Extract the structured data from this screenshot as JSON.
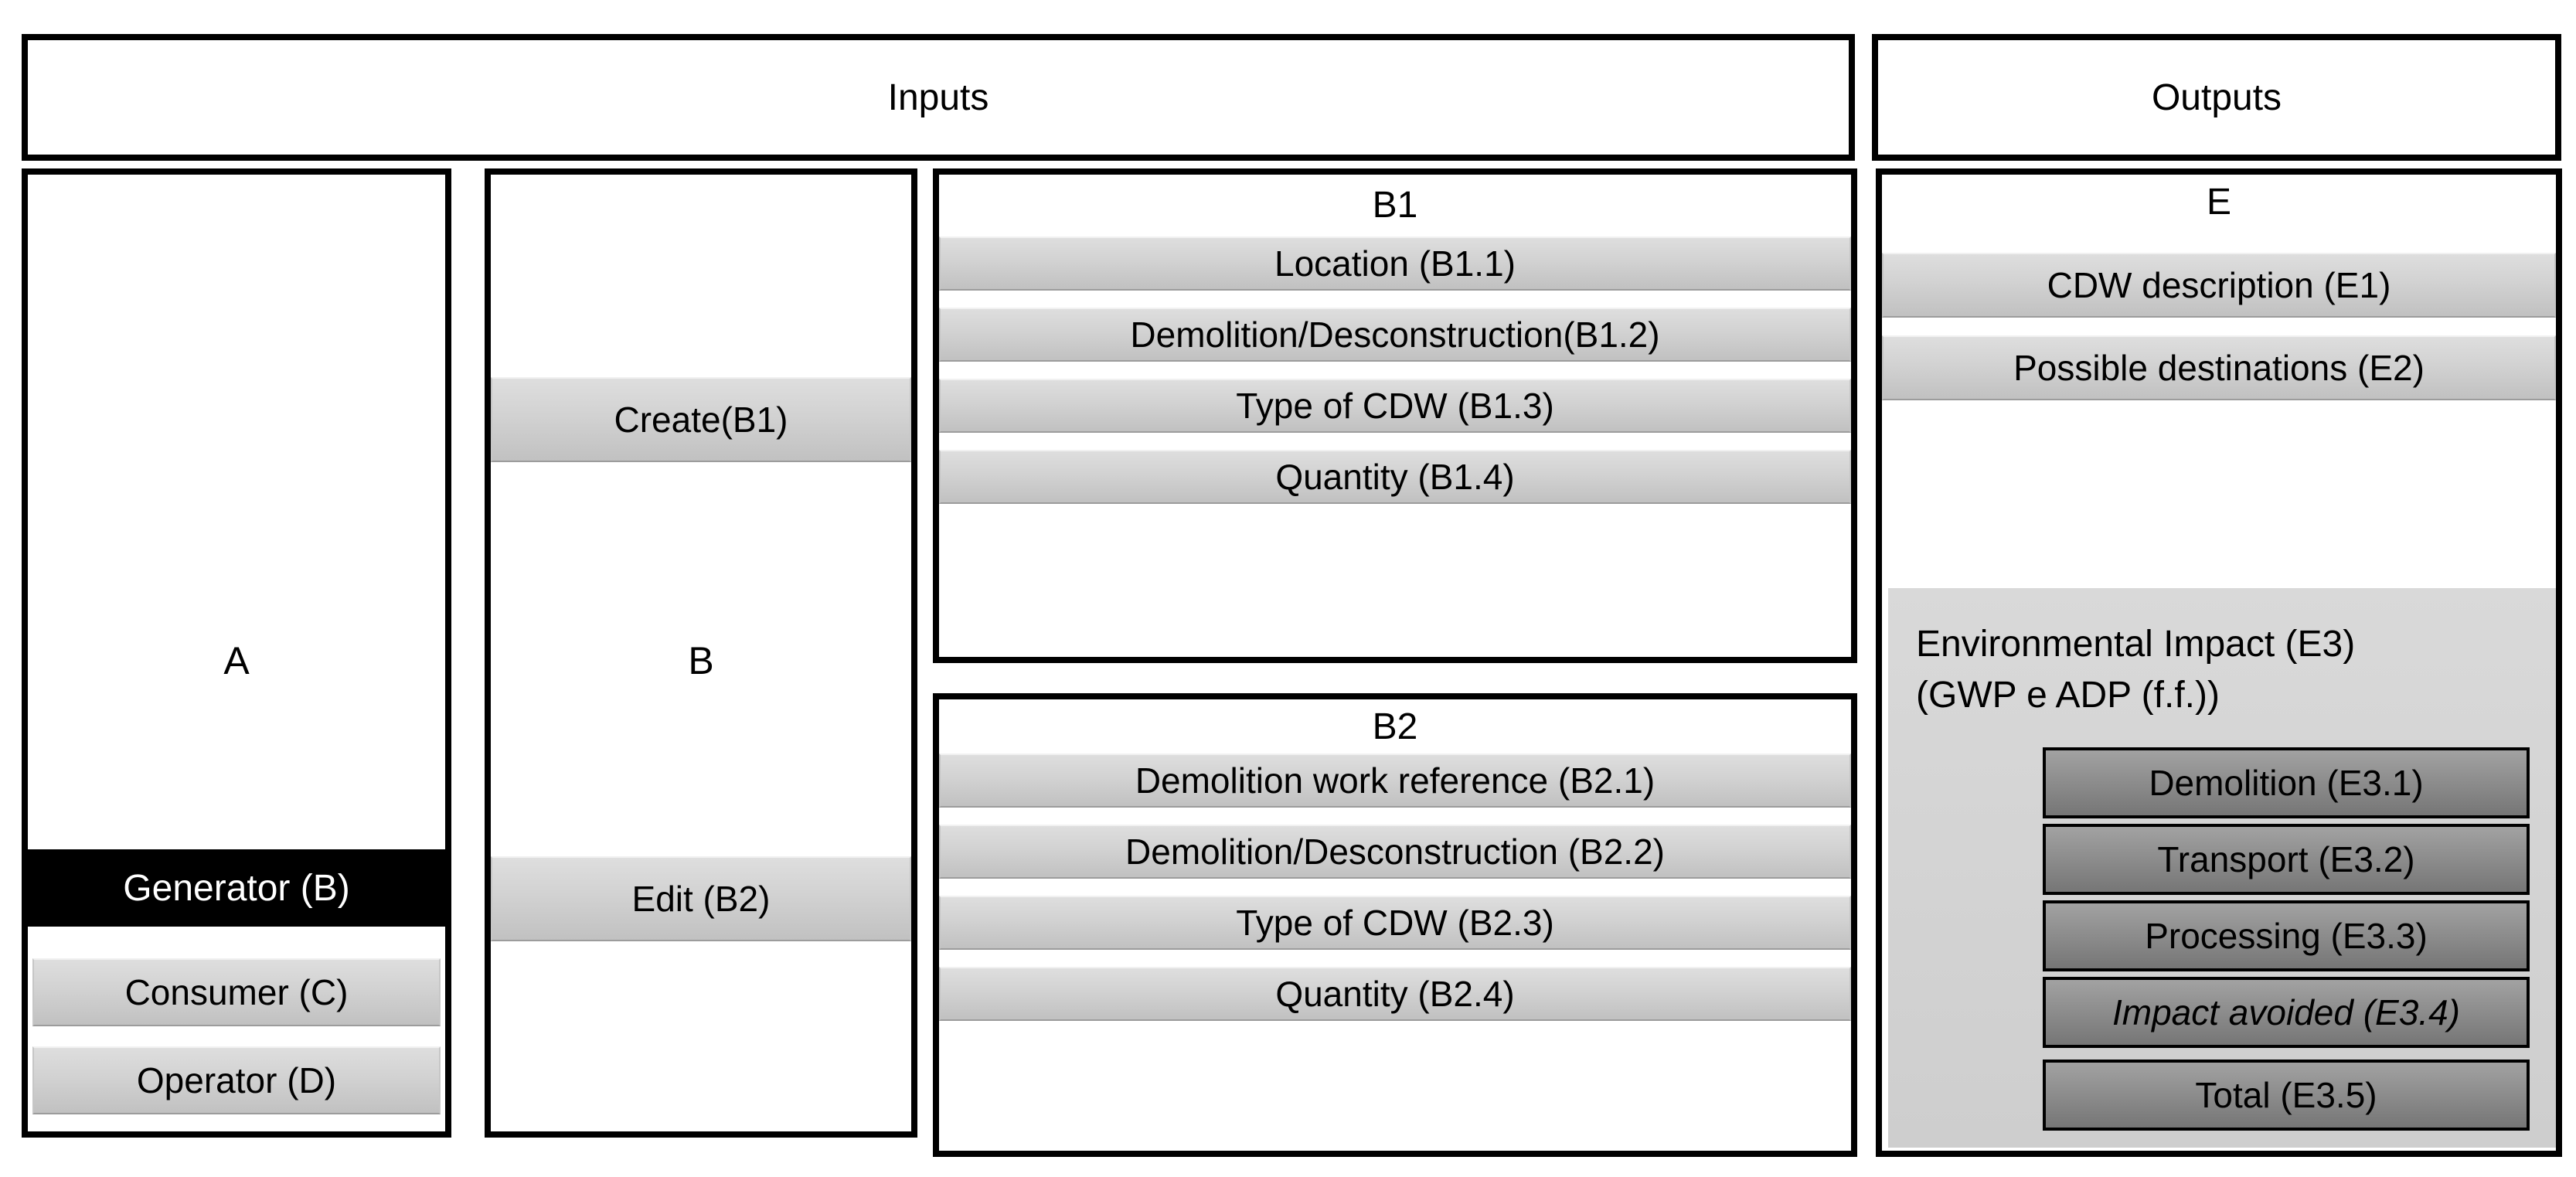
{
  "headers": {
    "inputs": "Inputs",
    "outputs": "Outputs"
  },
  "colors": {
    "border": "#000000",
    "band_light_top": "#dedede",
    "band_light_bottom": "#c1c1c1",
    "band_black": "#000000",
    "band_black_text": "#ffffff",
    "e3_panel": "#d3d3d3",
    "dark_band_top": "#a2a2a2",
    "dark_band_bottom": "#767676",
    "background": "#ffffff"
  },
  "columns": {
    "a": {
      "label": "A",
      "items": [
        {
          "label": "Generator (B)",
          "variant": "black"
        },
        {
          "label": "Consumer (C)",
          "variant": "gray"
        },
        {
          "label": "Operator (D)",
          "variant": "gray"
        }
      ]
    },
    "b": {
      "label": "B",
      "create_label": "Create(B1)",
      "edit_label": "Edit (B2)"
    },
    "b1": {
      "title": "B1",
      "items": [
        "Location (B1.1)",
        "Demolition/Desconstruction(B1.2)",
        "Type of CDW (B1.3)",
        "Quantity (B1.4)"
      ]
    },
    "b2": {
      "title": "B2",
      "items": [
        "Demolition work reference (B2.1)",
        "Demolition/Desconstruction (B2.2)",
        "Type of CDW (B2.3)",
        "Quantity (B2.4)"
      ]
    },
    "e": {
      "title": "E",
      "items": [
        "CDW description (E1)",
        "Possible destinations (E2)"
      ],
      "e3": {
        "caption_line1": "Environmental Impact (E3)",
        "caption_line2": "(GWP e ADP (f.f.))",
        "items": [
          {
            "label": "Demolition (E3.1)",
            "italic": false
          },
          {
            "label": "Transport (E3.2)",
            "italic": false
          },
          {
            "label": "Processing (E3.3)",
            "italic": false
          },
          {
            "label": "Impact avoided (E3.4)",
            "italic": true
          },
          {
            "label": "Total (E3.5)",
            "italic": false
          }
        ]
      }
    }
  }
}
